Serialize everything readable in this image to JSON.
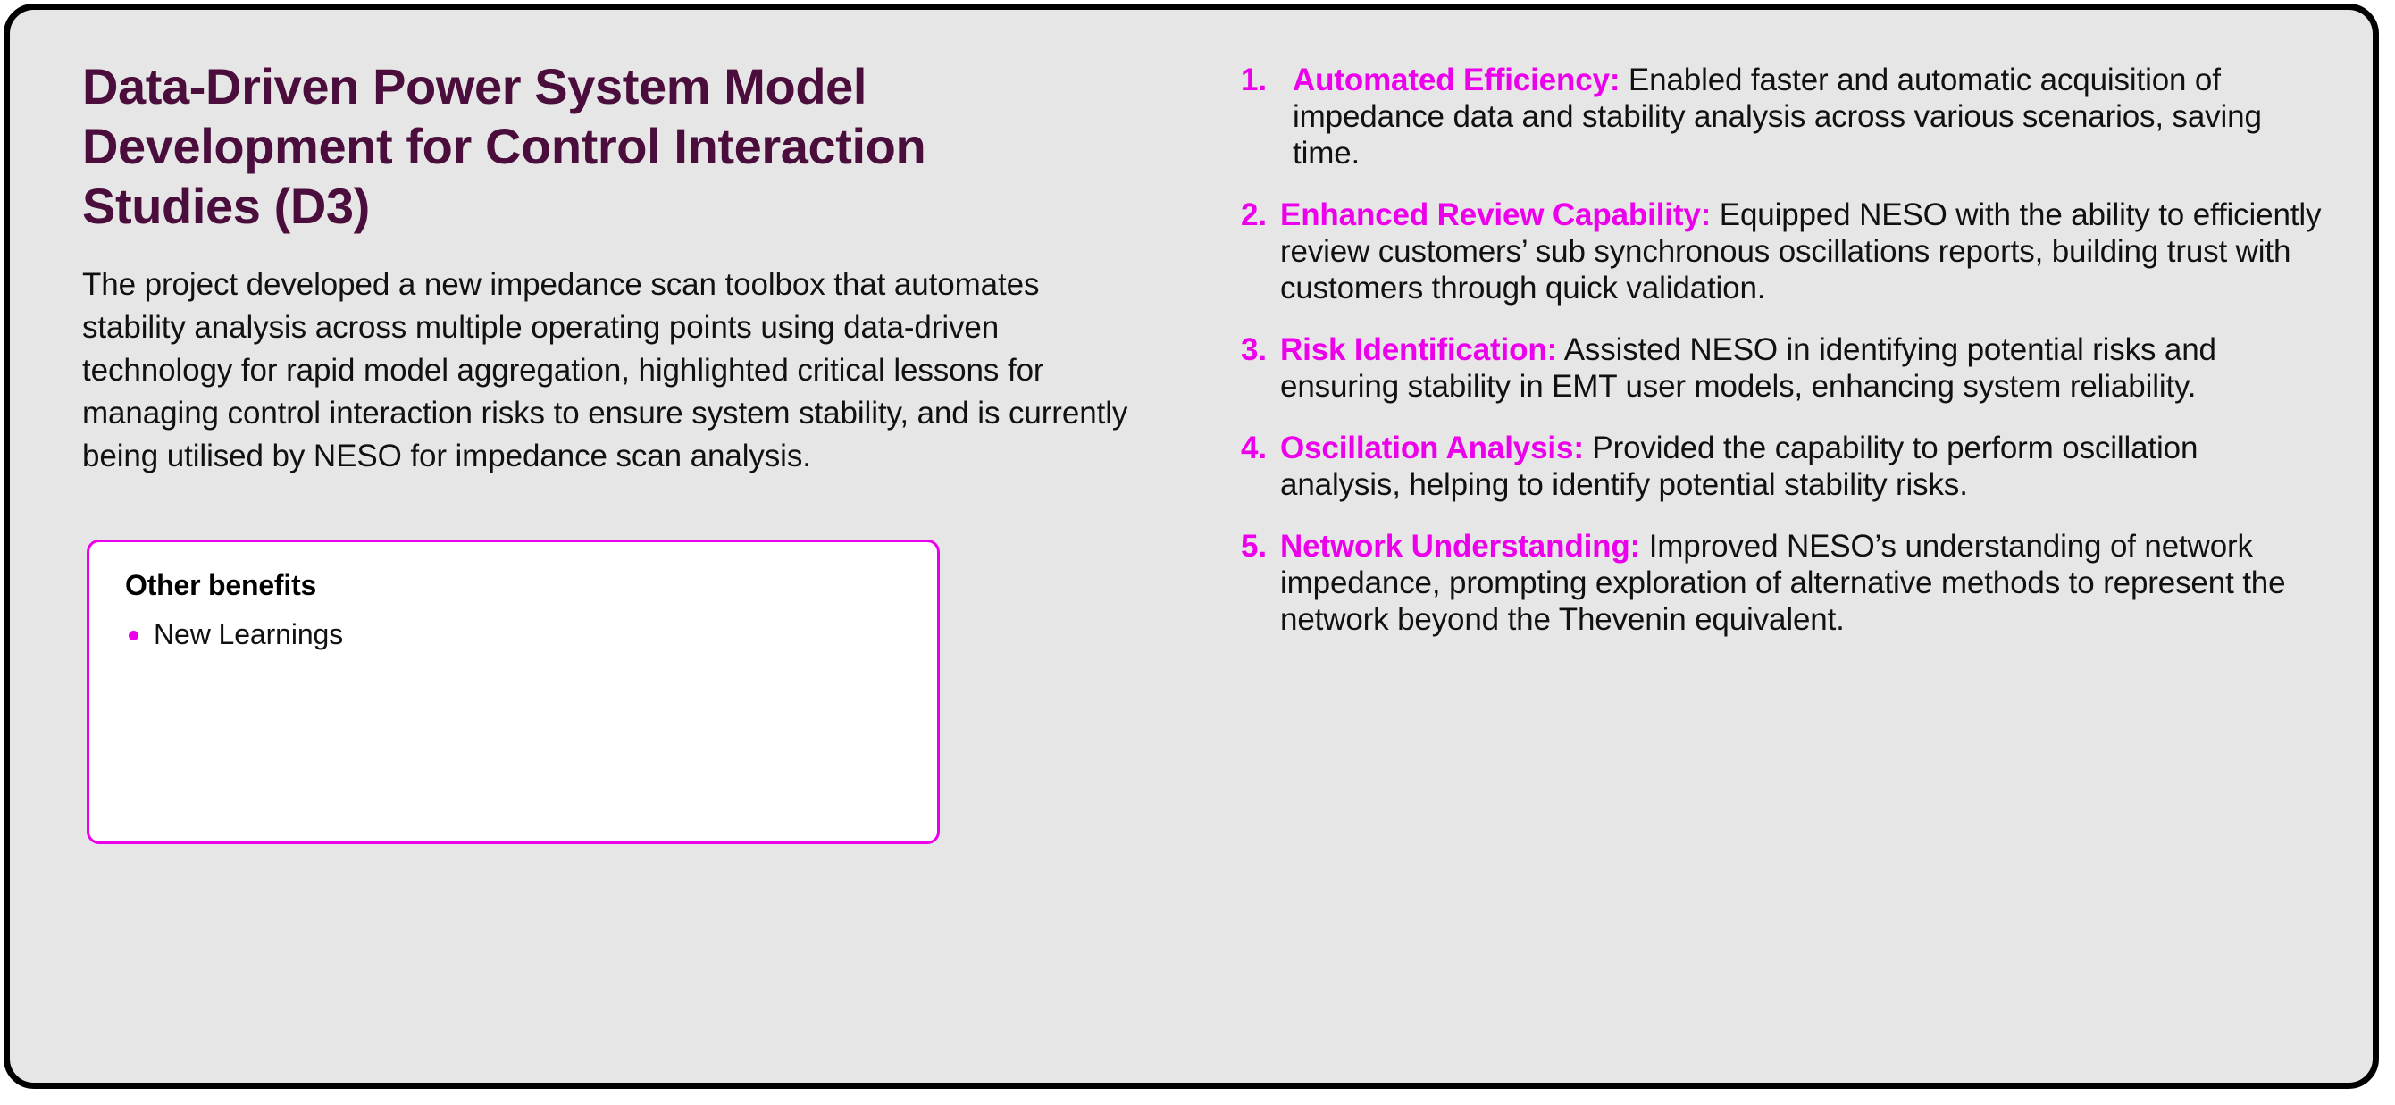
{
  "theme": {
    "card_background": "#e6e6e6",
    "card_border": "#000000",
    "title_color": "#4a0d3c",
    "accent_magenta": "#ec00ec",
    "body_text": "#111111",
    "box_background": "#ffffff"
  },
  "left": {
    "title": "Data-Driven Power System Model Development for Control Interaction Studies (D3)",
    "summary": "The project developed a new impedance scan toolbox that automates stability analysis across multiple operating points using data-driven technology for rapid model aggregation, highlighted critical lessons for managing control interaction risks to ensure system stability, and is currently being utilised by NESO for impedance scan analysis."
  },
  "benefits_box": {
    "heading": "Other benefits",
    "items": [
      {
        "bullet": "bullet-dot",
        "text": "New Learnings"
      }
    ]
  },
  "outcomes": {
    "items": [
      {
        "number": "1.",
        "label": "Automated Efficiency:",
        "text": " Enabled faster and automatic acquisition of impedance data and stability analysis across various scenarios, saving time."
      },
      {
        "number": "2.",
        "label": "Enhanced Review Capability:",
        "text": " Equipped NESO with the ability to efficiently review customers’ sub synchronous oscillations reports, building trust with customers through quick validation."
      },
      {
        "number": "3.",
        "label": "Risk Identification:",
        "text": " Assisted NESO in identifying potential risks and ensuring stability in EMT user models, enhancing system reliability."
      },
      {
        "number": "4.",
        "label": "Oscillation Analysis:",
        "text": " Provided the capability to perform oscillation analysis, helping to identify potential stability risks."
      },
      {
        "number": "5.",
        "label": "Network Understanding:",
        "text": " Improved NESO’s understanding of network impedance, prompting exploration of alternative methods to represent the network beyond the Thevenin equivalent."
      }
    ]
  }
}
